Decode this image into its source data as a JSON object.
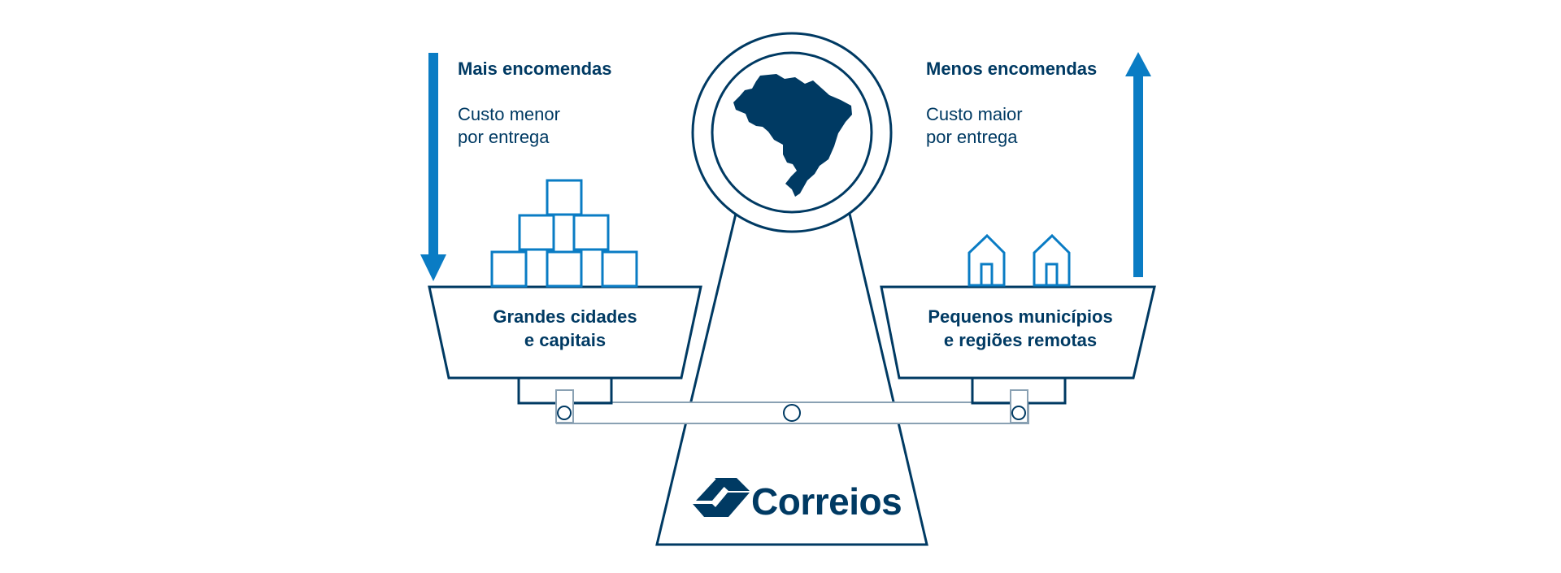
{
  "left": {
    "heading": "Mais encomendas",
    "subtext": [
      "Custo menor",
      "por entrega"
    ],
    "pan_label": [
      "Grandes cidades",
      "e capitais"
    ]
  },
  "right": {
    "heading": "Menos encomendas",
    "subtext": [
      "Custo maior",
      "por entrega"
    ],
    "pan_label": [
      "Pequenos municípios",
      "e regiões remotas"
    ]
  },
  "brand": {
    "name": "Correios"
  },
  "colors": {
    "navy": "#003a63",
    "blue": "#0a7cc4",
    "beam": "#8aa1b3"
  },
  "icons": [
    "down-arrow",
    "up-arrow",
    "box-stack",
    "house",
    "brazil-map",
    "correios-logo"
  ]
}
